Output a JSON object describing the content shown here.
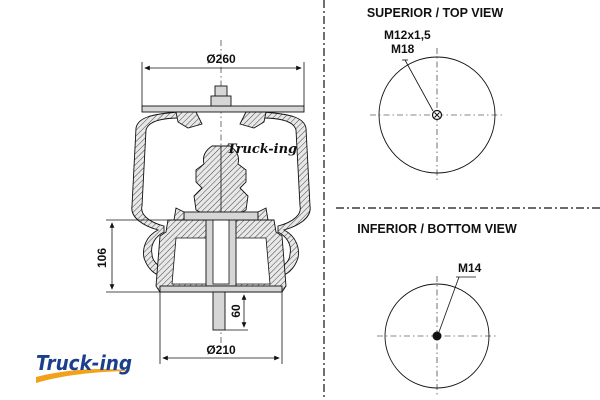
{
  "dimensions": {
    "top_diameter": "Ø260",
    "bottom_diameter": "Ø210",
    "height": "106",
    "stud_length": "60"
  },
  "brand": {
    "part_logo_text": "Truck-ing",
    "logo_text": "Truck-ing",
    "logo_colors": {
      "primary": "#1b3f8f",
      "accent": "#f0a21c"
    }
  },
  "top_view": {
    "heading": "SUPERIOR / TOP VIEW",
    "thread_label": "M12x1,5",
    "stud_label": "M18"
  },
  "bottom_view": {
    "heading": "INFERIOR / BOTTOM VIEW",
    "thread_label": "M14"
  }
}
